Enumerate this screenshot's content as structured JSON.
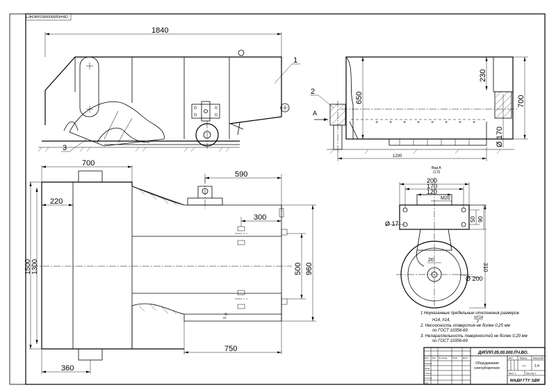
{
  "stamp": "ОБЧ43000000001ИЖЛ4Г7",
  "views": {
    "front": {
      "dim_length": "1840",
      "callouts": [
        "1",
        "3"
      ]
    },
    "side": {
      "dims": [
        "650",
        "230",
        "700",
        "Ø 170",
        "1200"
      ],
      "callout": "2",
      "view_arrow": "А"
    },
    "plan": {
      "dims": [
        "700",
        "590",
        "220",
        "300",
        "500",
        "960",
        "1500",
        "1300",
        "750",
        "360"
      ]
    },
    "view_a": {
      "title": "Вид А",
      "subtitle": "(1:2)",
      "dims": [
        "200",
        "170",
        "120",
        "M20",
        "Ø 17",
        "50",
        "90",
        "20",
        "310",
        "Ø 200"
      ]
    }
  },
  "notes": {
    "n1a": "1 Неуказанные предельные отклонения размеров",
    "n1frac": "±IT14",
    "n1frac2": "2",
    "n1b": "H14, h14, ",
    "n2a": "2. Несоосность отверстия не более 0,25 мм",
    "n2b": "по ГОСТ 10356-69",
    "n3a": "3. Непараллельность поверхностей не более 0,20 мм",
    "n3b": "по ГОСТ 10356-69"
  },
  "title_block": {
    "designation": "ДИПЛП.05.00.000.ПЧ.ВО.",
    "name_line1": "Оборудование",
    "name_line2": "снегоуборочное",
    "lit_label": "Лит.",
    "mass_label": "Масса",
    "scale_label": "Масштаб",
    "mass_value": "—",
    "scale_value": "1:4",
    "sheet_label": "Лист 1",
    "sheets_label": "Листов 1",
    "org": "МАДИ ГТУ ЗДМ",
    "row_labels": [
      "Изм",
      "Лист",
      "№ докум.",
      "Подп.",
      "Дата"
    ],
    "role_labels": [
      "Разраб.",
      "Пров.",
      "Т.контр.",
      "Н.контр.",
      "Утв."
    ]
  }
}
